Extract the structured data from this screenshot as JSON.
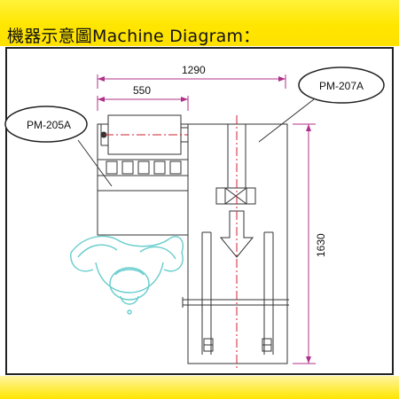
{
  "title": "機器示意圖Machine Diagram：",
  "callouts": {
    "left": "PM-205A",
    "right": "PM-207A"
  },
  "dimensions": {
    "overall_width": "1290",
    "partial_width": "550",
    "height": "1630"
  },
  "colors": {
    "title_band": "#ffe600",
    "dimension_line": "#b0308a",
    "center_line": "#cc2233",
    "machine_outline": "#333333",
    "operator_outline": "#66cccc"
  }
}
